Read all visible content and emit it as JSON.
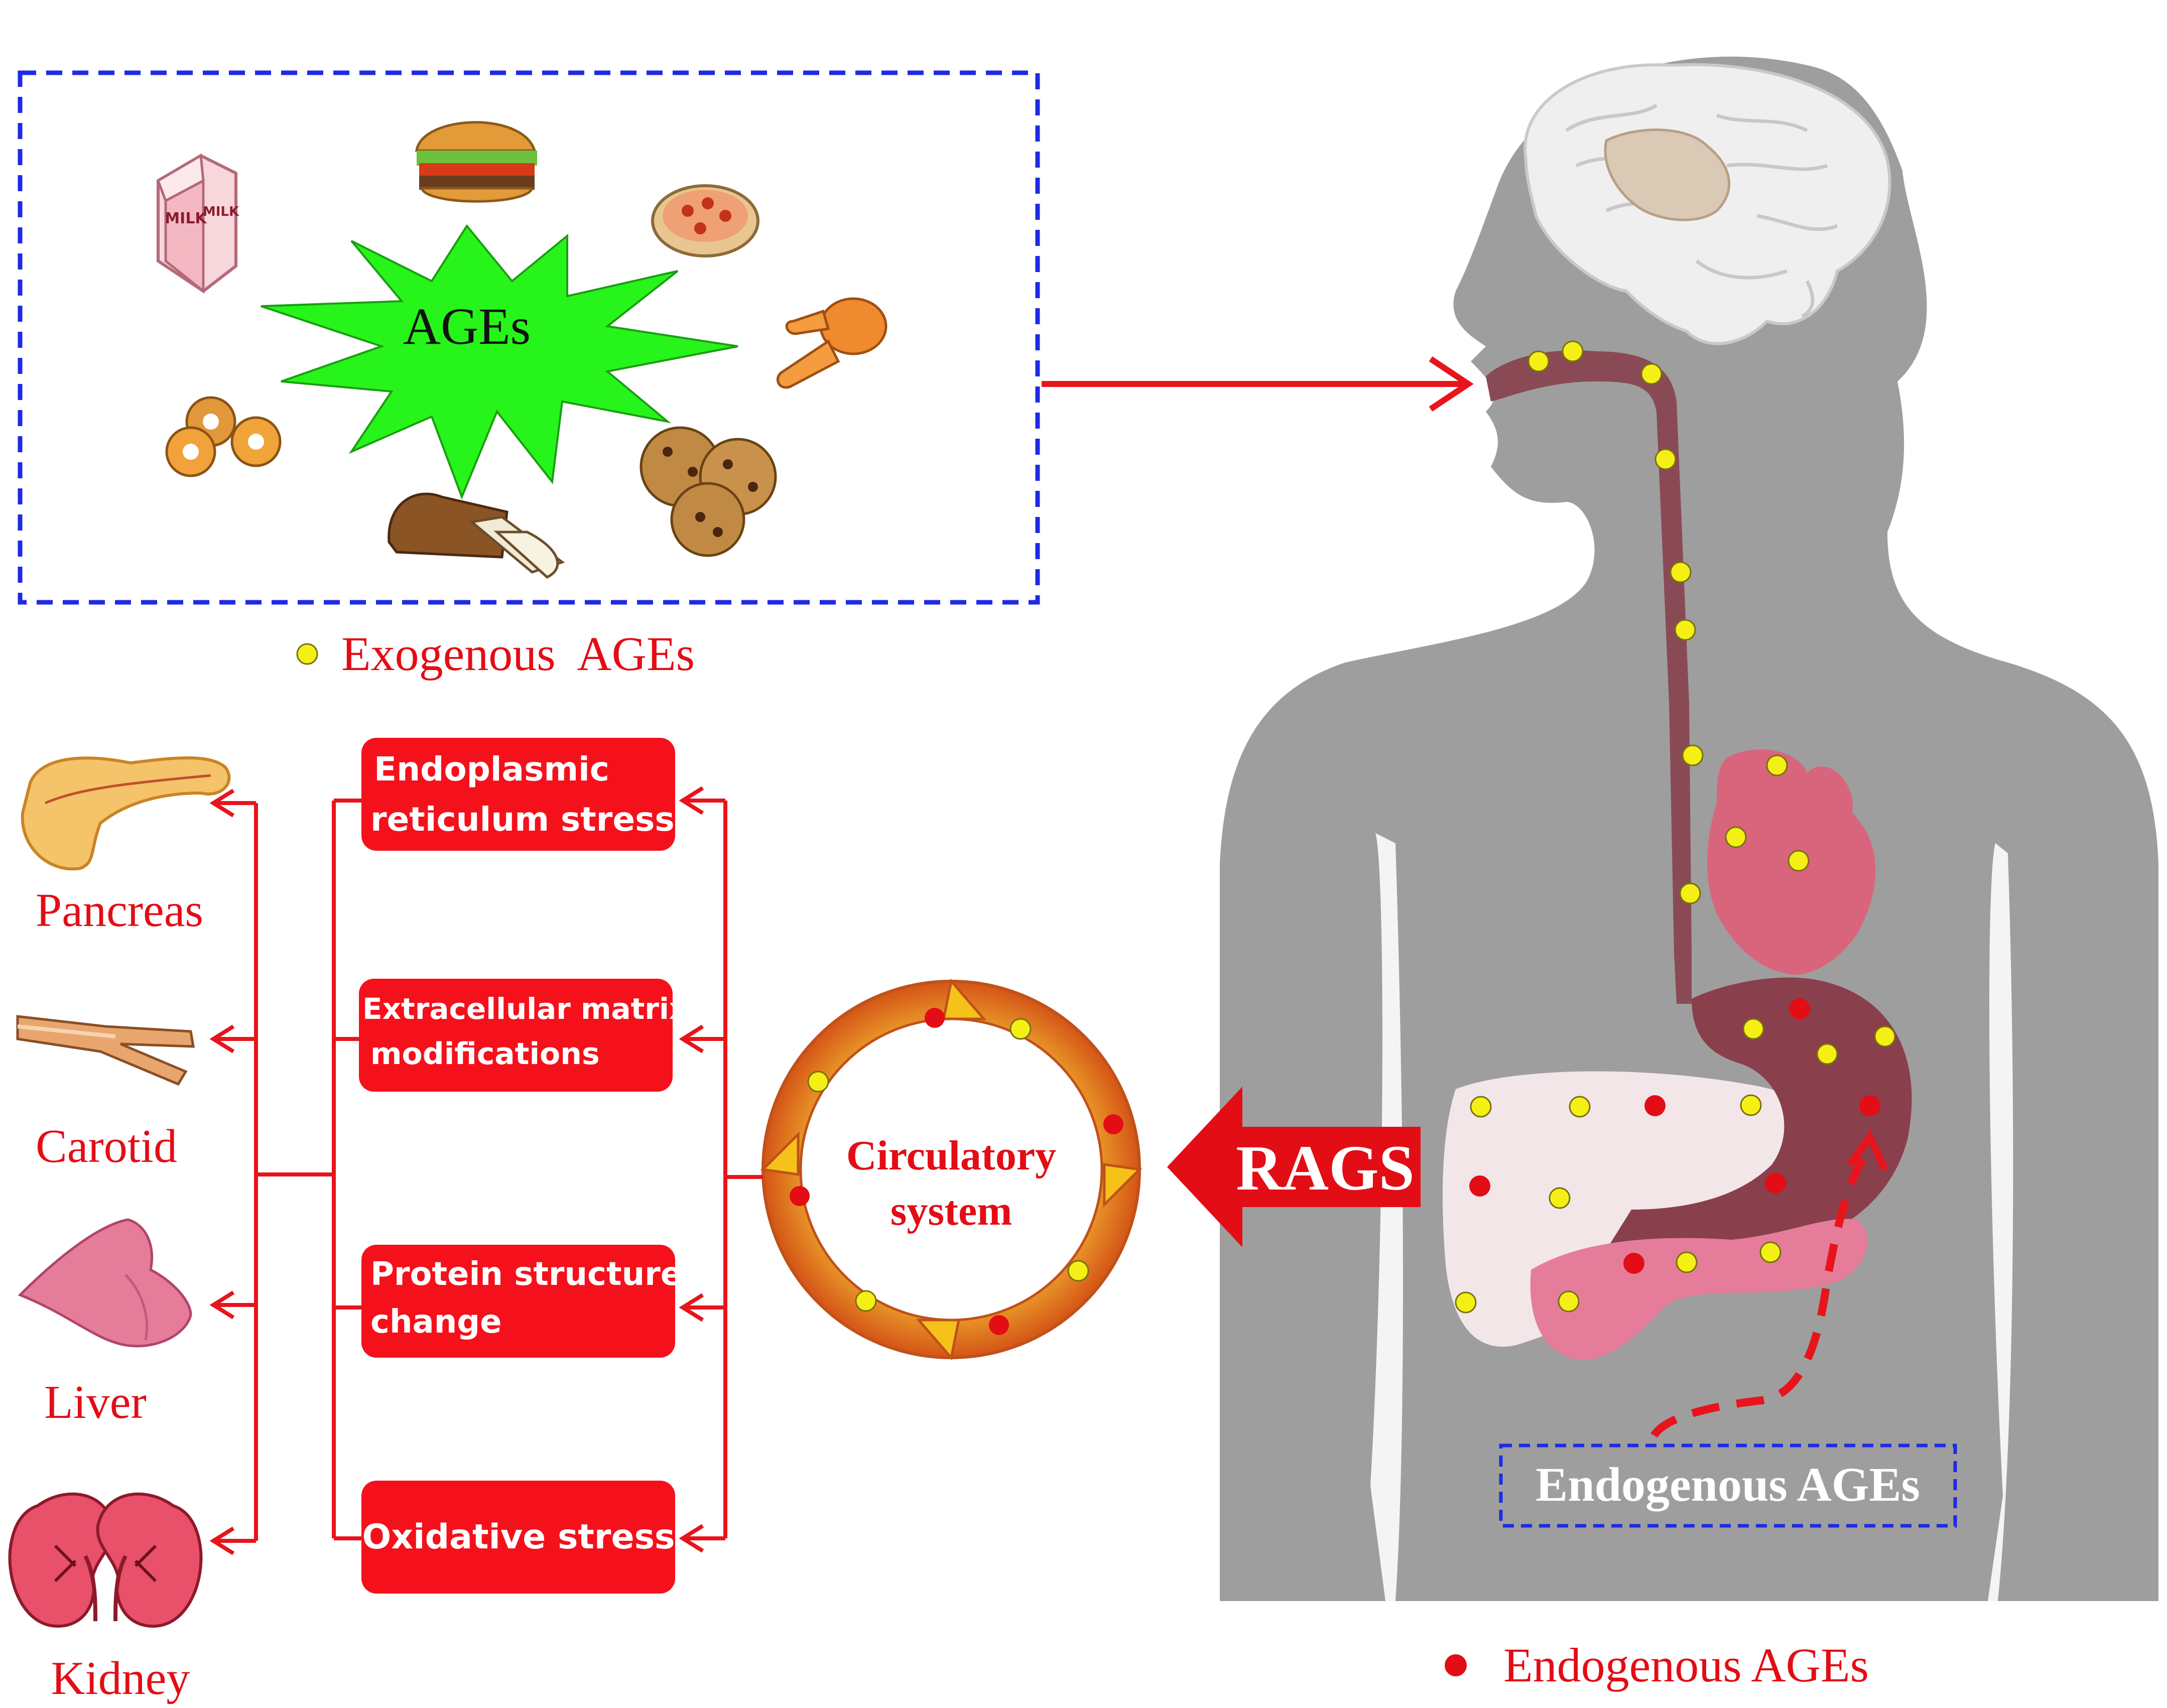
{
  "exogenous_box": {
    "center_label": "AGEs",
    "foods": [
      "milk-carton",
      "hamburger",
      "pizza",
      "chicken-leg",
      "donuts",
      "bread",
      "cookies"
    ],
    "milk_text": "MILK"
  },
  "legend": {
    "exogenous": "Exogenous  AGEs",
    "endogenous": "Endogenous AGEs"
  },
  "body": {
    "endogenous_box_label": "Endogenous AGEs",
    "organs": [
      "brain",
      "esophagus",
      "heart",
      "stomach",
      "liver",
      "pancreas"
    ]
  },
  "rags_label": "RAGS",
  "circulation": {
    "label_line1": "Circulatory",
    "label_line2": "system"
  },
  "mechanisms": [
    {
      "line1": "Endoplasmic",
      "line2": "reticulum stress"
    },
    {
      "line1": "Extracellular matrix",
      "line2": "modifications"
    },
    {
      "line1": "Protein structure",
      "line2": "change"
    },
    {
      "line1": "Oxidative stress",
      "line2": ""
    }
  ],
  "target_organs": [
    {
      "label": "Pancreas"
    },
    {
      "label": "Carotid"
    },
    {
      "label": "Liver"
    },
    {
      "label": "Kidney"
    }
  ],
  "colors": {
    "arrow_red": "#e8141b",
    "box_red": "#f5111b",
    "dash_blue": "#1e2ae6",
    "body_gray": "#9e9e9e",
    "star_green": "#27f41a",
    "dot_yellow": "#f4f016",
    "dot_red": "#e30d15"
  }
}
